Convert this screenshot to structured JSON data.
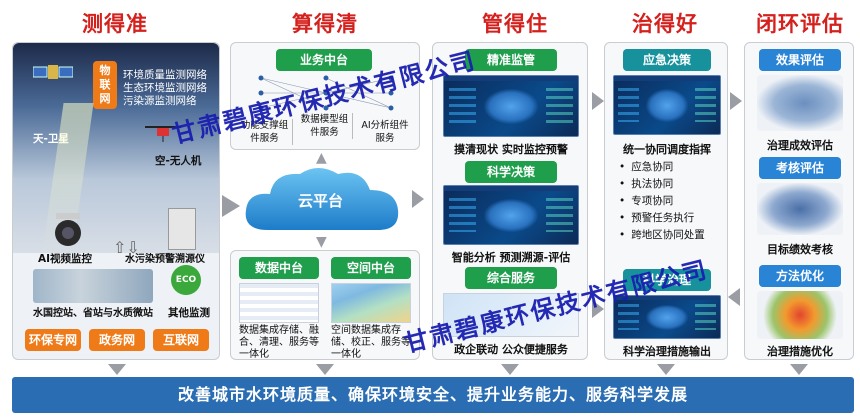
{
  "headers": {
    "measure": "测得准",
    "calculate": "算得清",
    "manage": "管得住",
    "govern": "治得好",
    "evaluate": "闭环评估"
  },
  "col1": {
    "iot_tag": "物联网",
    "networks": [
      "环境质量监测网络",
      "生态环境监测网络",
      "污染源监测网络"
    ],
    "satellite": "天-卫星",
    "drone": "空-无人机",
    "ai_video": "AI视频监控",
    "warning": "水污染预警溯源仪",
    "stations": "水国控站、省站与水质微站",
    "other": "其他监测",
    "eco_badge": "ECO",
    "nets": [
      "环保专网",
      "政务网",
      "互联网"
    ]
  },
  "col2": {
    "business_platform": "业务中台",
    "modules": [
      "功能支撑组件服务",
      "数据模型组件服务",
      "AI分析组件服务"
    ],
    "cloud": "云平台",
    "data_platform": "数据中台",
    "spatial_platform": "空间中台",
    "data_desc": "数据集成存储、融合、清理、服务等一体化",
    "spatial_desc": "空间数据集成存储、校正、服务等一体化"
  },
  "col3": {
    "precise": "精准监管",
    "precise_desc": "摸清现状  实时监控预警",
    "science": "科学决策",
    "science_desc": "智能分析  预测溯源-评估",
    "service": "综合服务",
    "service_desc": "政企联动  公众便捷服务"
  },
  "col4": {
    "emergency": "应急决策",
    "coordination": "统一协同调度指挥",
    "items": [
      "应急协同",
      "执法协同",
      "专项协同",
      "预警任务执行",
      "跨地区协同处置"
    ],
    "science_govern": "科学治理",
    "govern_desc": "科学治理措施输出"
  },
  "col5": {
    "effect": "效果评估",
    "effect_desc": "治理成效评估",
    "assess": "考核评估",
    "assess_desc": "目标绩效考核",
    "optimize": "方法优化",
    "optimize_desc": "治理措施优化"
  },
  "footer": "改善城市水环境质量、确保环境安全、提升业务能力、服务科学发展",
  "watermark": "甘肃碧康环保技术有限公司",
  "colors": {
    "header_red": "#d4211e",
    "blue_tag": "#2a84d6",
    "green_tag": "#1f9e4c",
    "orange_tag": "#ef7a18",
    "footer_blue": "#2b6db3"
  }
}
